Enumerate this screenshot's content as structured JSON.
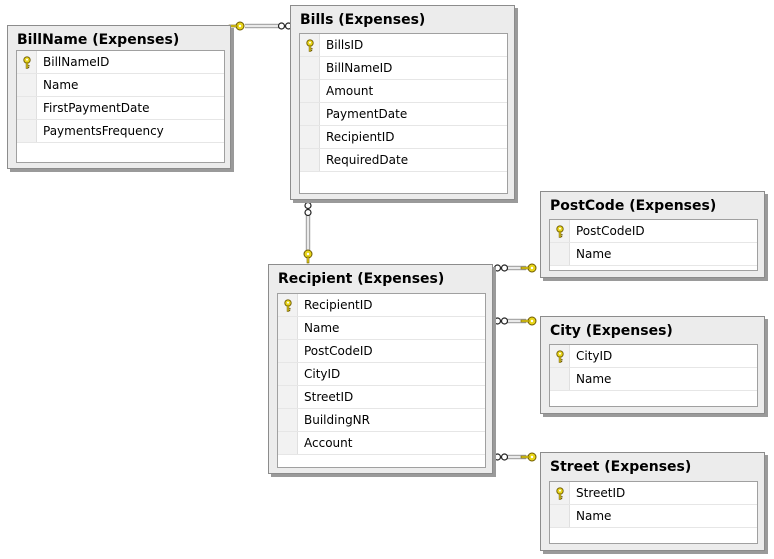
{
  "tables": {
    "billname": {
      "title": "BillName (Expenses)",
      "columns": [
        "BillNameID",
        "Name",
        "FirstPaymentDate",
        "PaymentsFrequency"
      ],
      "primary_key": "BillNameID"
    },
    "bills": {
      "title": "Bills (Expenses)",
      "columns": [
        "BillsID",
        "BillNameID",
        "Amount",
        "PaymentDate",
        "RecipientID",
        "RequiredDate"
      ],
      "primary_key": "BillsID"
    },
    "postcode": {
      "title": "PostCode (Expenses)",
      "columns": [
        "PostCodeID",
        "Name"
      ],
      "primary_key": "PostCodeID"
    },
    "recipient": {
      "title": "Recipient (Expenses)",
      "columns": [
        "RecipientID",
        "Name",
        "PostCodeID",
        "CityID",
        "StreetID",
        "BuildingNR",
        "Account"
      ],
      "primary_key": "RecipientID"
    },
    "city": {
      "title": "City (Expenses)",
      "columns": [
        "CityID",
        "Name"
      ],
      "primary_key": "CityID"
    },
    "street": {
      "title": "Street (Expenses)",
      "columns": [
        "StreetID",
        "Name"
      ],
      "primary_key": "StreetID"
    }
  },
  "relationships": [
    {
      "from": "bills",
      "from_column": "BillNameID",
      "to": "billname",
      "to_column": "BillNameID"
    },
    {
      "from": "bills",
      "from_column": "RecipientID",
      "to": "recipient",
      "to_column": "RecipientID"
    },
    {
      "from": "recipient",
      "from_column": "PostCodeID",
      "to": "postcode",
      "to_column": "PostCodeID"
    },
    {
      "from": "recipient",
      "from_column": "CityID",
      "to": "city",
      "to_column": "CityID"
    },
    {
      "from": "recipient",
      "from_column": "StreetID",
      "to": "street",
      "to_column": "StreetID"
    }
  ],
  "colors": {
    "key": "#e8d51a",
    "key_outline": "#6e5a00",
    "line": "#a9a9a9",
    "panel": "#ececec"
  }
}
